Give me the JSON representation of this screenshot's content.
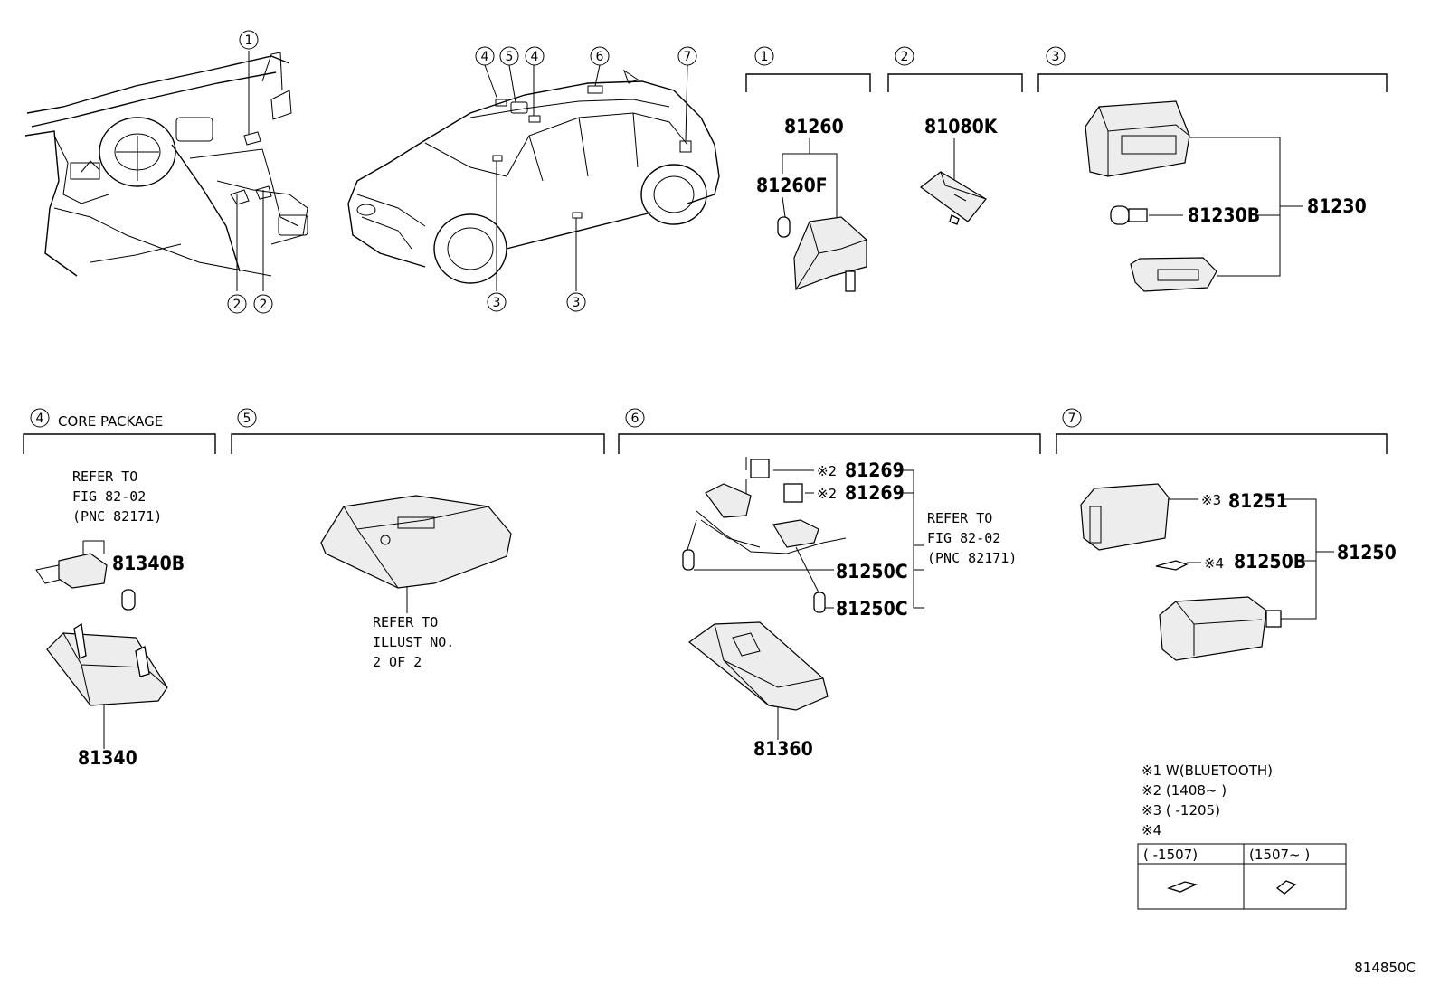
{
  "diagram_id": "814850C",
  "callouts": {
    "c1": "1",
    "c2": "2",
    "c3": "3",
    "c4": "4",
    "c5": "5",
    "c6": "6",
    "c7": "7"
  },
  "section4_title": "CORE PACKAGE",
  "parts": {
    "p81260": "81260",
    "p81260F": "81260F",
    "p81080K": "81080K",
    "p81230": "81230",
    "p81230B": "81230B",
    "p81340B": "81340B",
    "p81340": "81340",
    "p81269a": "81269",
    "p81269b": "81269",
    "p81250Ca": "81250C",
    "p81250Cb": "81250C",
    "p81360": "81360",
    "p81251": "81251",
    "p81250B": "81250B",
    "p81250": "81250"
  },
  "marks": {
    "m2a": "※2",
    "m2b": "※2",
    "m3": "※3",
    "m4": "※4"
  },
  "refs": {
    "ref4": [
      "REFER TO",
      "FIG 82-02",
      "(PNC 82171)"
    ],
    "ref5": [
      "REFER TO",
      "ILLUST NO.",
      "2 OF 2"
    ],
    "ref6": [
      "REFER TO",
      "FIG 82-02",
      "(PNC 82171)"
    ]
  },
  "legend": {
    "l1": "※1 W(BLUETOOTH)",
    "l2": "※2 (1408~      )",
    "l3": "※3 (       -1205)",
    "l4": "※4",
    "col1": "(       -1507)",
    "col2": "(1507~       )"
  }
}
